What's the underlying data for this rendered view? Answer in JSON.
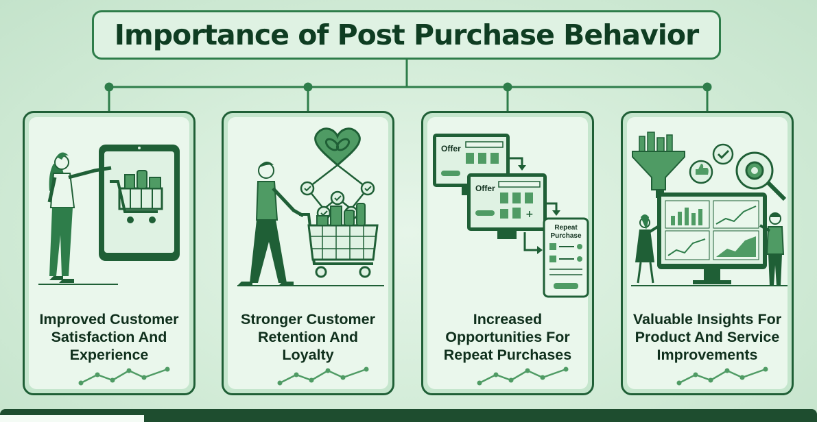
{
  "title": "Importance of Post Purchase Behavior",
  "colors": {
    "background": "#d3ecd8",
    "accent": "#2e7d4a",
    "dark": "#0f3d22",
    "card_fill": "#eaf7ec"
  },
  "cards": [
    {
      "label": "Improved Customer Satisfaction And Experience",
      "icon": "tablet-shopping-cart-icon"
    },
    {
      "label": "Stronger Customer Retention And Loyalty",
      "icon": "heart-loyalty-cart-icon"
    },
    {
      "label": "Increased Opportunities For Repeat Purchases",
      "icon": "offer-screens-repeat-purchase-icon",
      "screens": {
        "offer_1": "Offer",
        "offer_2": "Offer",
        "repeat_line1": "Repeat",
        "repeat_line2": "Purchase"
      }
    },
    {
      "label": "Valuable Insights For Product And Service Improvements",
      "icon": "analytics-dashboard-funnel-icon"
    }
  ]
}
